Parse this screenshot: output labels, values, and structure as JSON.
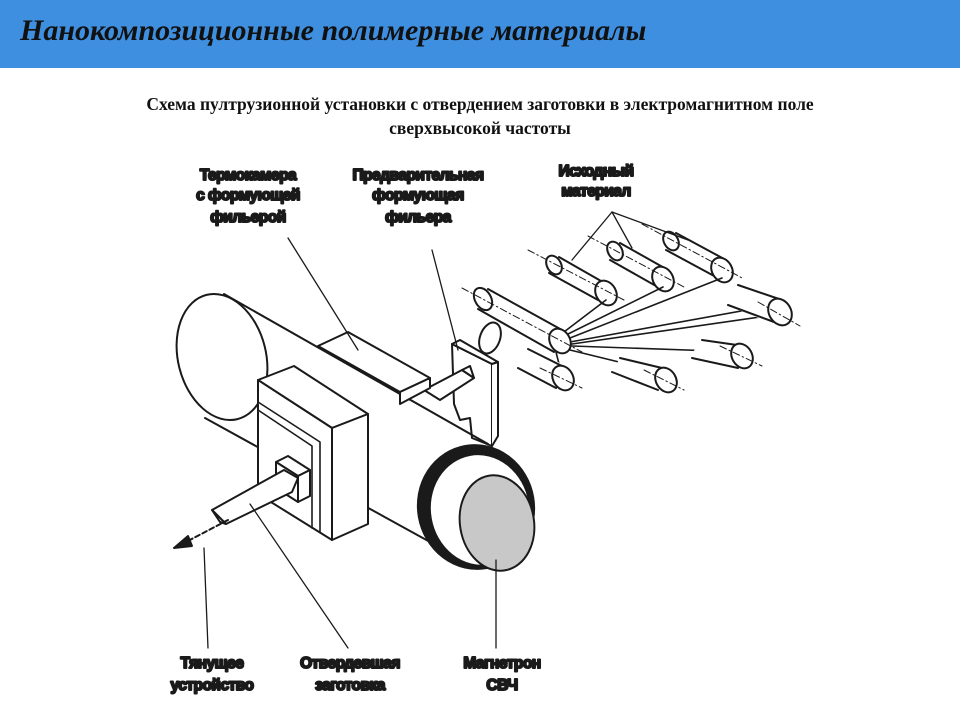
{
  "header": {
    "title": "Нанокомпозиционные полимерные материалы",
    "background": "#3e8fe0"
  },
  "subtitle": {
    "line1": "Схема пултрузионной установки с отвердением заготовки в электромагнитном поле",
    "line2": "сверхвысокой частоты"
  },
  "labels": {
    "thermo_chamber": [
      "Термокамера",
      "с формующей",
      "фильерой"
    ],
    "pre_die": [
      "Предварительная",
      "формующая",
      "фильера"
    ],
    "raw_material": [
      "Исходный",
      "материал"
    ],
    "puller": [
      "Тянущее",
      "устройство"
    ],
    "cured_billet": [
      "Отвердевшая",
      "заготовка"
    ],
    "magnetron": [
      "Магнетрон",
      "СВЧ"
    ]
  },
  "colors": {
    "line": "#1a1a1a",
    "magnetron_face": "#c8c8c8"
  }
}
